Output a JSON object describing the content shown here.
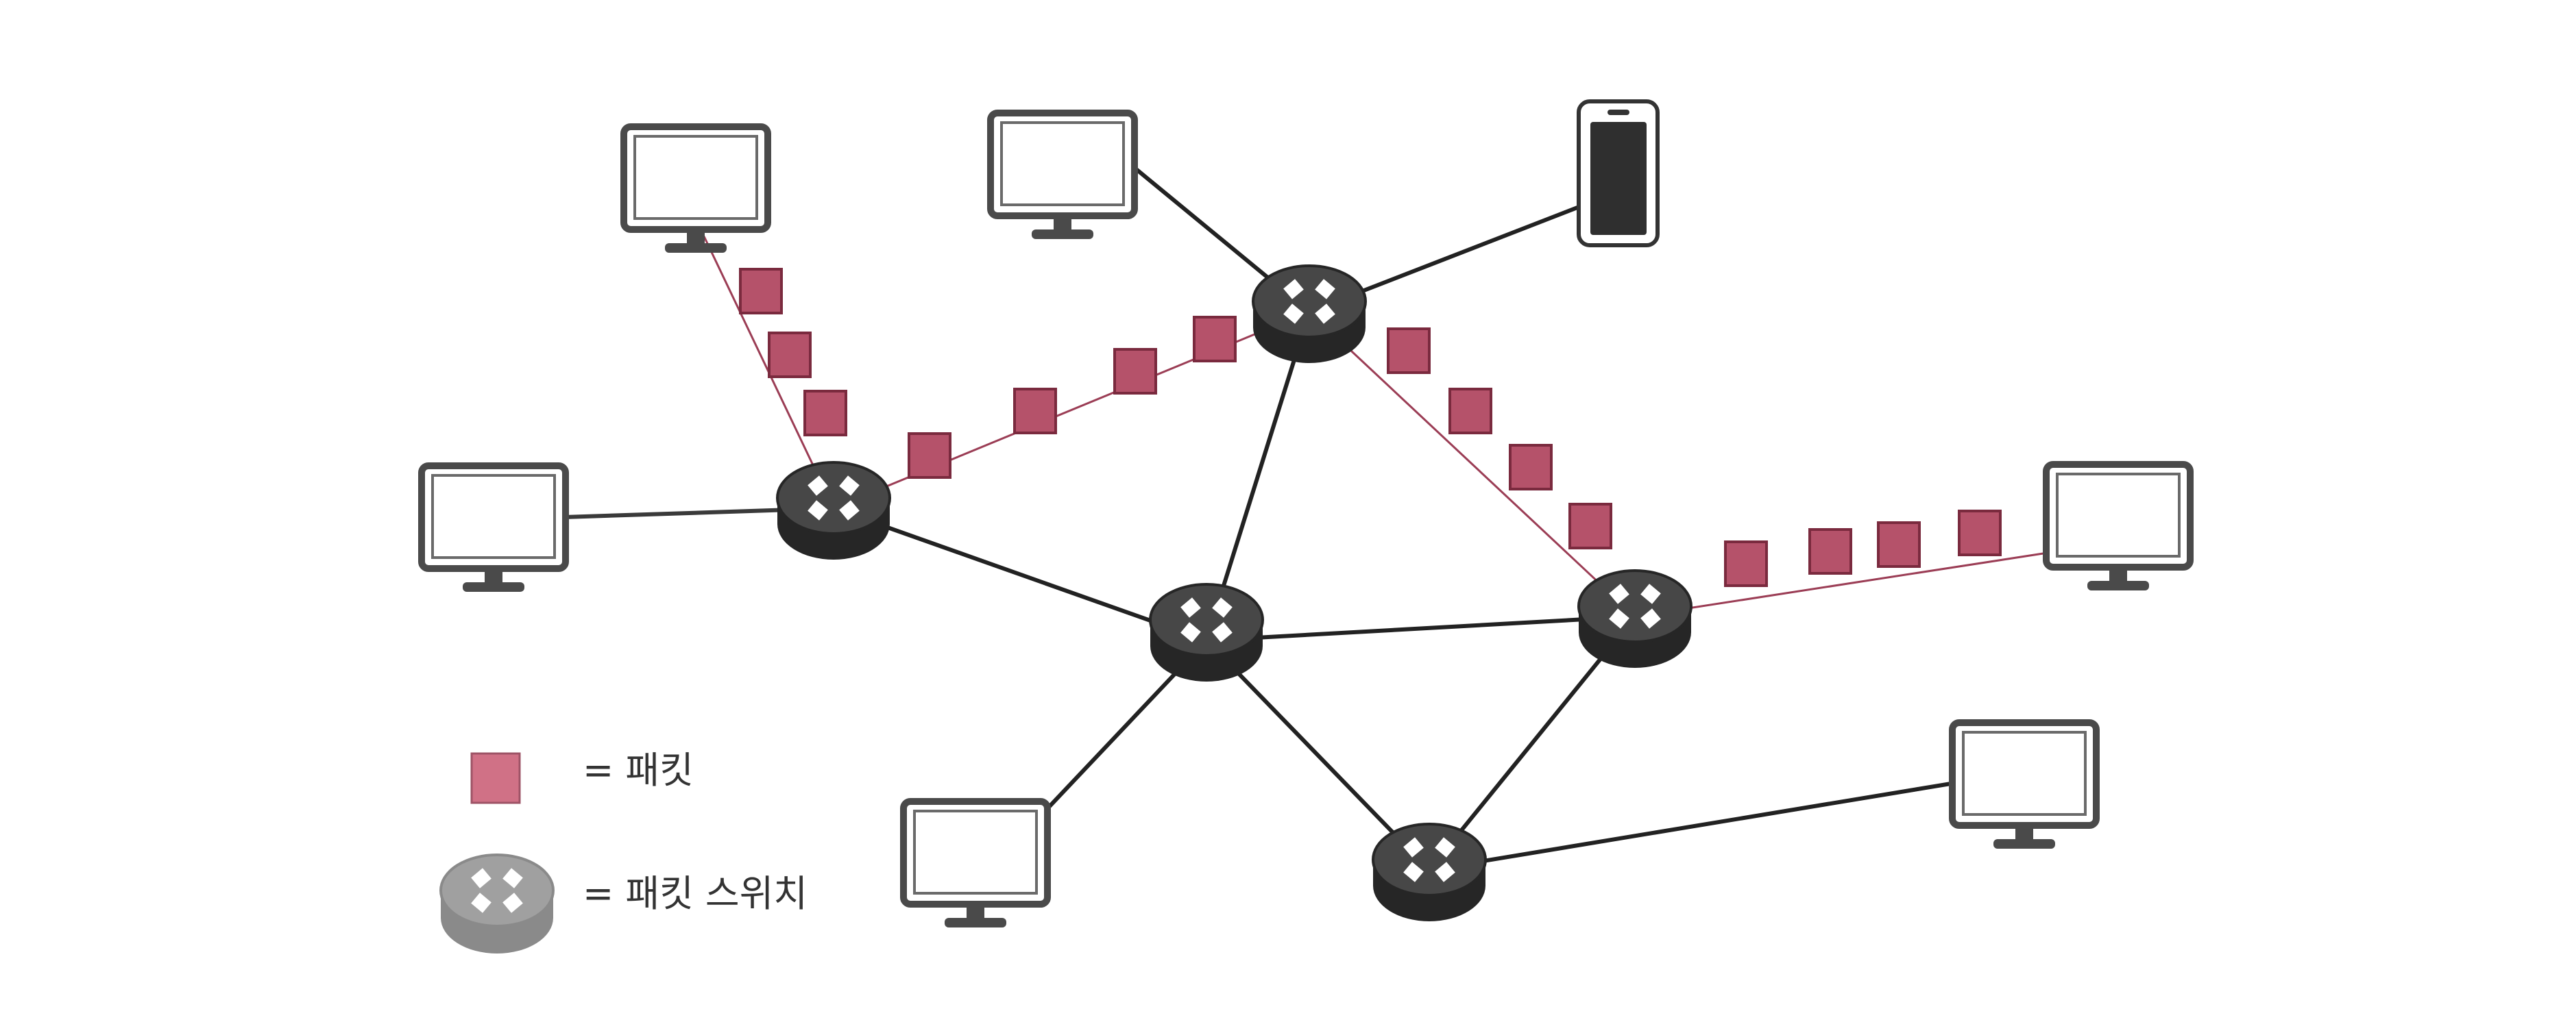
{
  "colors": {
    "packet": "#b5526a",
    "packet_border": "#7a2a3e",
    "switch_body": "#333333",
    "switch_top": "#4a4a4a",
    "link": "#222222",
    "packet_link": "#9b3d55",
    "monitor_frame": "#4a4a4a",
    "legend_switch": "#8e8e8e"
  },
  "nodes": {
    "switches": [
      "switch-a",
      "switch-b",
      "switch-c",
      "switch-d",
      "switch-e"
    ],
    "devices": [
      "monitor-1",
      "monitor-2",
      "monitor-3",
      "monitor-4",
      "monitor-5",
      "monitor-6",
      "phone-1"
    ]
  },
  "icons": {
    "packet": "packet-icon",
    "switch": "packet-switch-icon",
    "monitor": "monitor-icon",
    "phone": "smartphone-icon"
  },
  "legend": {
    "packet_label": "= 패킷",
    "switch_label": "= 패킷 스위치"
  }
}
